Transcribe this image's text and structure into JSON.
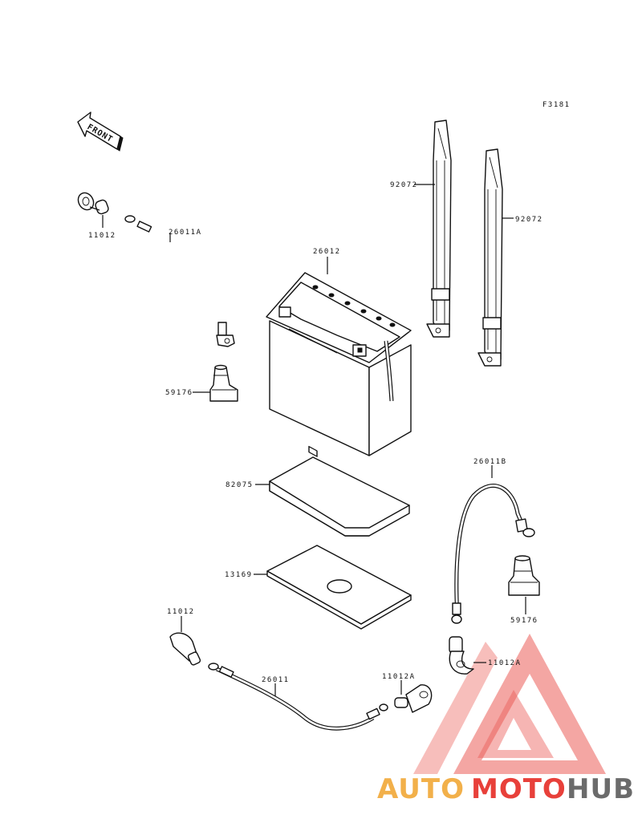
{
  "figure_code": "F3181",
  "front_label": "FRONT",
  "watermark": {
    "part1": "AUTO",
    "part2": "MOTO",
    "part3": "HUB",
    "color_orange": "#f2b04a",
    "color_red": "#e8403a",
    "color_gray": "#6b6b6b"
  },
  "parts": {
    "terminal_cover_top": "11012",
    "cable_26011A": "26011A",
    "boot_59176_left": "59176",
    "battery": "26012",
    "strap_left": "92072",
    "strap_right": "92072",
    "pad_82075": "82075",
    "plate_13169": "13169",
    "cable_26011B": "26011B",
    "boot_59176_right": "59176",
    "terminal_cover_bottom": "11012",
    "cable_26011": "26011",
    "cover_11012A_lower": "11012A",
    "cover_11012A_right": "11012A"
  }
}
